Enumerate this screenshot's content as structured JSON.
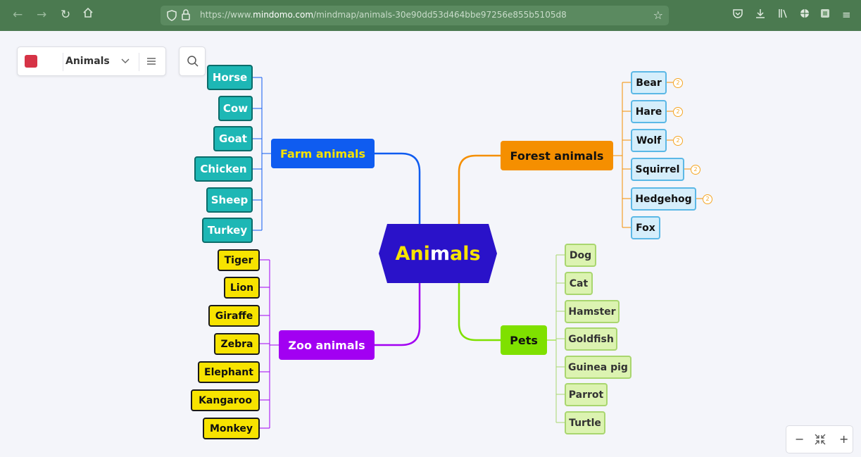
{
  "browser": {
    "url_prefix": "https://www.",
    "url_domain": "mindomo.com",
    "url_path": "/mindmap/animals-30e90dd53d464bbe97256e855b5105d8"
  },
  "toolbar": {
    "map_title": "Animals"
  },
  "mindmap": {
    "central": "Animals",
    "farm": {
      "label": "Farm animals",
      "items": [
        "Horse",
        "Cow",
        "Goat",
        "Chicken",
        "Sheep",
        "Turkey"
      ]
    },
    "zoo": {
      "label": "Zoo animals",
      "items": [
        "Tiger",
        "Lion",
        "Giraffe",
        "Zebra",
        "Elephant",
        "Kangaroo",
        "Monkey"
      ]
    },
    "forest": {
      "label": "Forest animals",
      "items": [
        "Bear",
        "Hare",
        "Wolf",
        "Squirrel",
        "Hedgehog",
        "Fox"
      ],
      "badge": "2"
    },
    "pets": {
      "label": "Pets",
      "items": [
        "Dog",
        "Cat",
        "Hamster",
        "Goldfish",
        "Guinea pig",
        "Parrot",
        "Turtle"
      ]
    }
  },
  "colors": {
    "central": "#2a12c9",
    "central_accent": "#f7e300",
    "farm_branch": "#0f5cf0",
    "zoo_branch": "#a200f2",
    "forest_branch": "#f58f00",
    "pets_branch": "#7fe000"
  }
}
